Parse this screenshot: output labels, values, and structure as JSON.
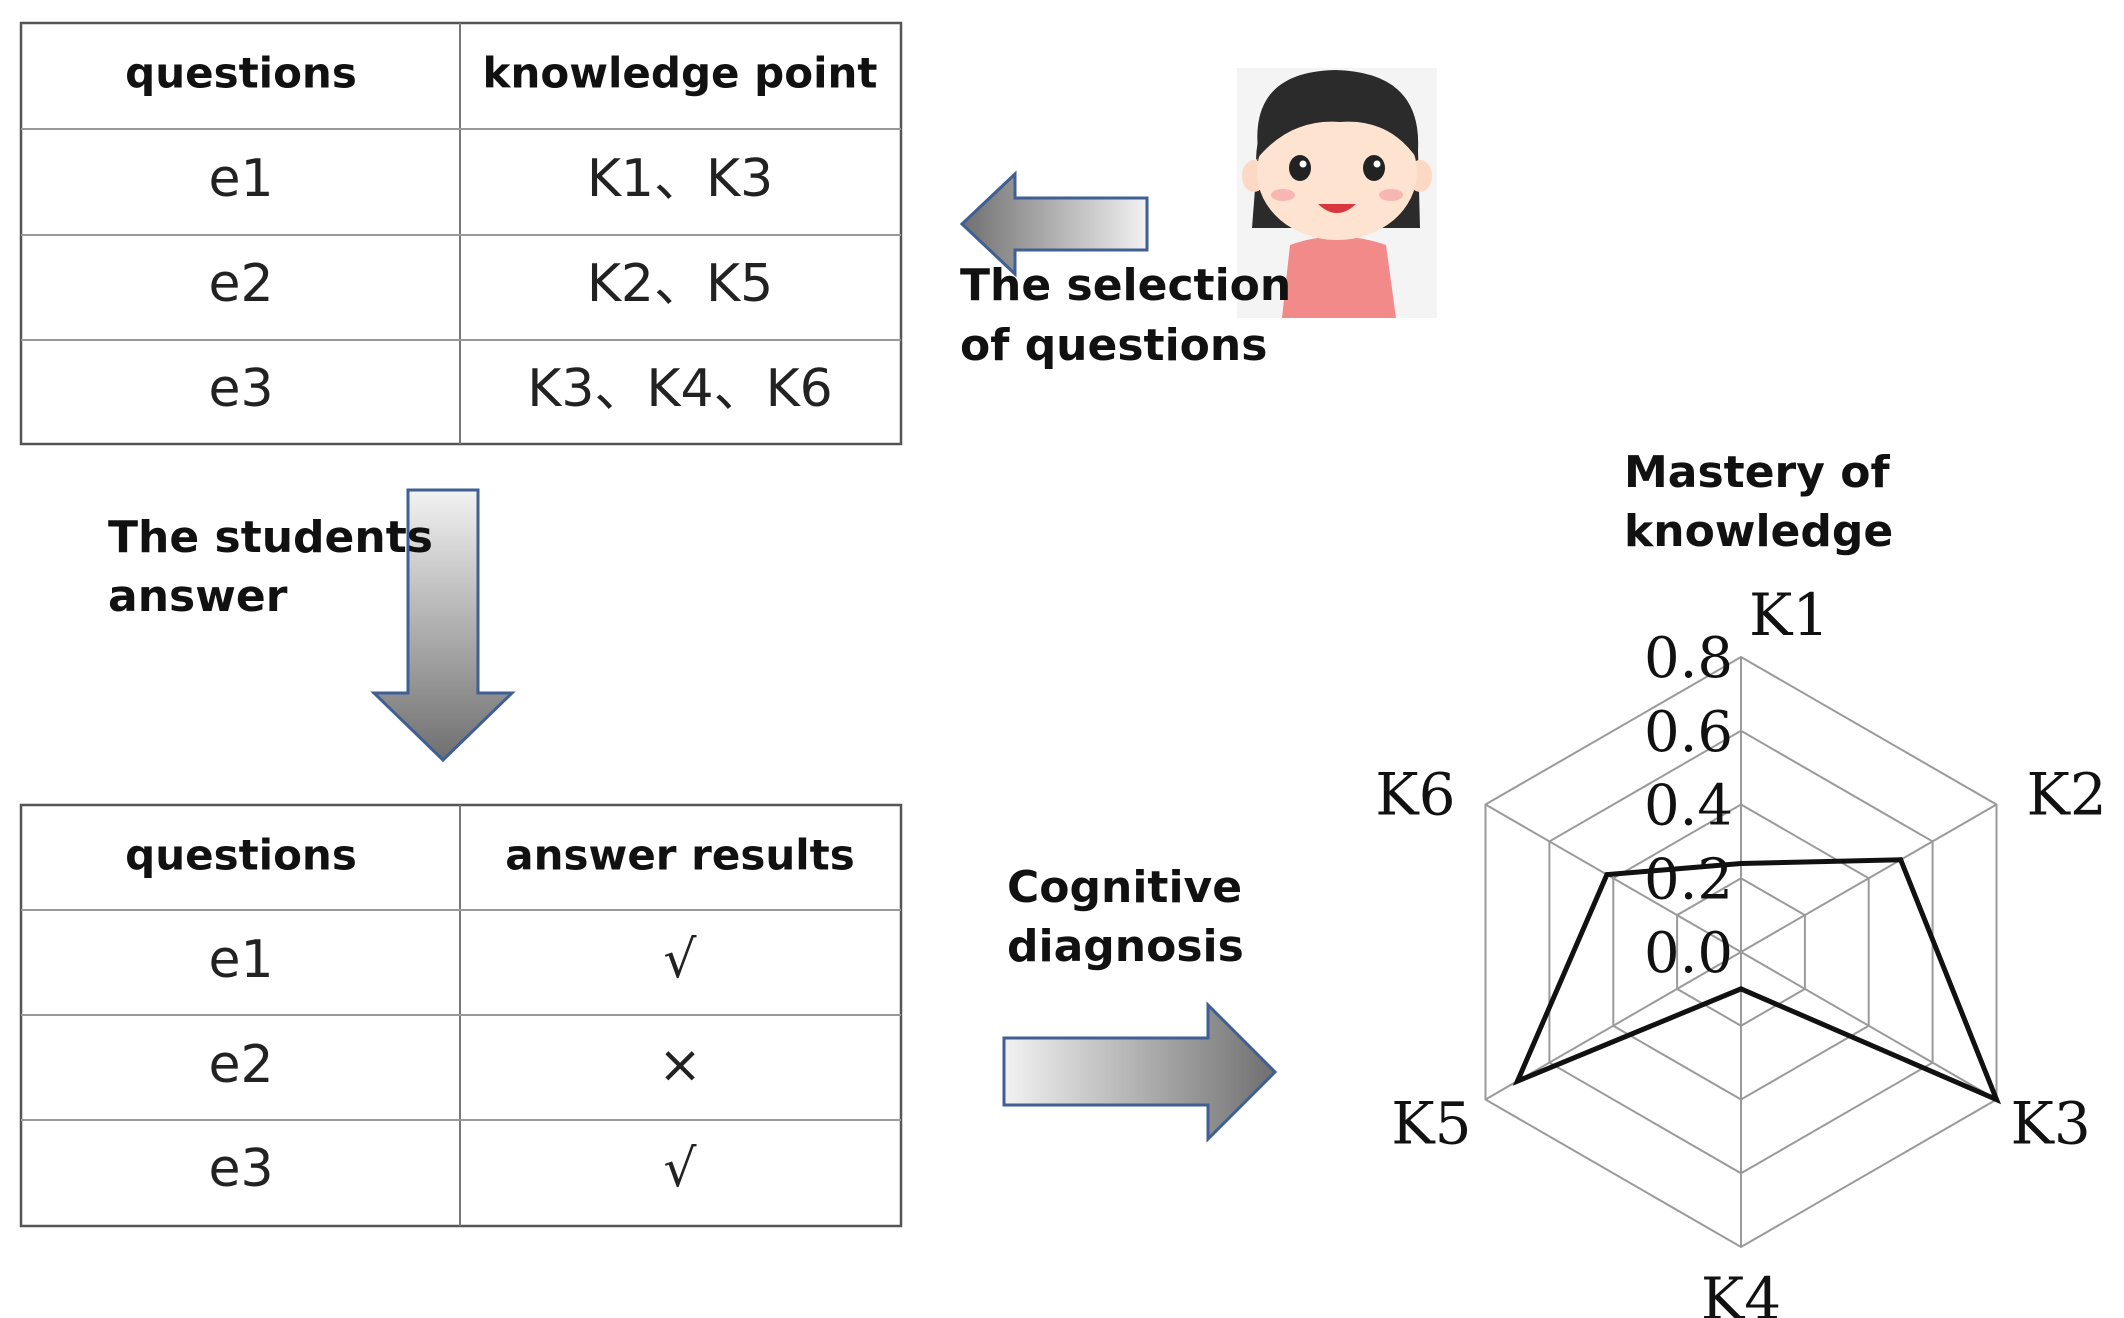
{
  "question_table": {
    "headers": [
      "questions",
      "knowledge point"
    ],
    "rows": [
      [
        "e1",
        "K1、K3"
      ],
      [
        "e2",
        "K2、K5"
      ],
      [
        "e3",
        "K3、K4、K6"
      ]
    ]
  },
  "answer_table": {
    "headers": [
      "questions",
      "answer results"
    ],
    "rows": [
      [
        "e1",
        "√"
      ],
      [
        "e2",
        "×"
      ],
      [
        "e3",
        "√"
      ]
    ]
  },
  "labels": {
    "selection_line1": "The selection",
    "selection_line2": "of questions",
    "students_line1": "The students",
    "students_line2": "answer",
    "diagnosis_line1": "Cognitive",
    "diagnosis_line2": "diagnosis",
    "mastery_line1": "Mastery of",
    "mastery_line2": "knowledge"
  },
  "icons": {
    "student": "student-girl-icon"
  },
  "chart_data": {
    "type": "radar",
    "categories": [
      "K1",
      "K2",
      "K3",
      "K4",
      "K5",
      "K6"
    ],
    "values": [
      0.24,
      0.5,
      0.8,
      0.1,
      0.7,
      0.42
    ],
    "radial_ticks": [
      "0.0",
      "0.2",
      "0.4",
      "0.6",
      "0.8"
    ],
    "rlim": [
      0,
      0.8
    ],
    "grid": true
  }
}
